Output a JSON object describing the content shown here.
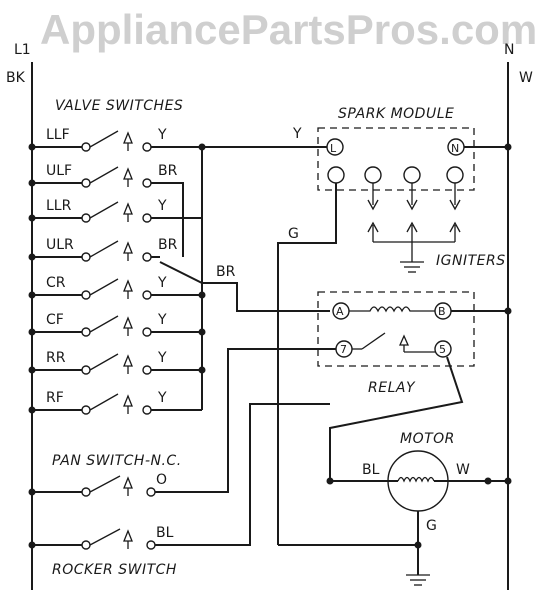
{
  "watermark": "AppliancePartsPros.com",
  "rails": {
    "left_top": "L1",
    "left_color": "BK",
    "right_top": "N",
    "right_color": "W"
  },
  "titles": {
    "valve_switches": "VALVE SWITCHES",
    "spark_module": "SPARK MODULE",
    "igniters": "IGNITERS",
    "relay": "RELAY",
    "motor": "MOTOR",
    "pan_switch": "PAN SWITCH-N.C.",
    "rocker_switch": "ROCKER SWITCH"
  },
  "valve_switches": [
    {
      "name": "LLF",
      "wire": "Y"
    },
    {
      "name": "ULF",
      "wire": "BR"
    },
    {
      "name": "LLR",
      "wire": "Y"
    },
    {
      "name": "ULR",
      "wire": "BR"
    },
    {
      "name": "CR",
      "wire": "Y"
    },
    {
      "name": "CF",
      "wire": "Y"
    },
    {
      "name": "RR",
      "wire": "Y"
    },
    {
      "name": "RF",
      "wire": "Y"
    }
  ],
  "pan_switch_wire": "O",
  "rocker_switch_wire": "BL",
  "wire_labels": {
    "spark_y": "Y",
    "ground_g": "G",
    "br": "BR",
    "motor_bl": "BL",
    "motor_w": "W",
    "motor_g": "G"
  },
  "terminals": {
    "spark_l": "L",
    "spark_n": "N",
    "relay_a": "A",
    "relay_b": "B",
    "relay_7": "7",
    "relay_5": "5"
  },
  "colors": {
    "ink": "#1a1a1a",
    "background": "#ffffff",
    "watermark": "#cfcfcf"
  }
}
